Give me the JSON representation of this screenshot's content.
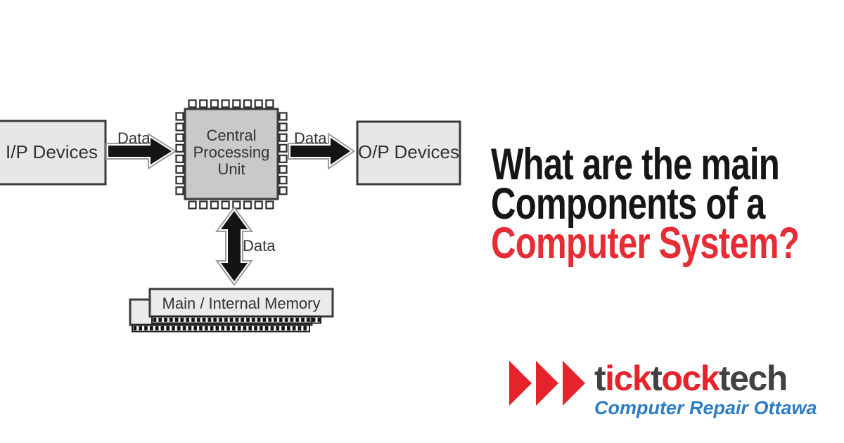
{
  "card": {
    "background": "#ffffff"
  },
  "diagram": {
    "input_box": {
      "label": "I/P Devices"
    },
    "output_box": {
      "label": "O/P Devices"
    },
    "cpu": {
      "line1": "Central",
      "line2": "Processing",
      "line3": "Unit"
    },
    "memory": {
      "label": "Main / Internal Memory"
    },
    "arrows": {
      "input_to_cpu_label": "Data",
      "cpu_to_output_label": "Data",
      "cpu_memory_label": "Data"
    },
    "colors": {
      "box_fill": "#e7e7e7",
      "cpu_fill": "#c9c9c9",
      "memory_fill": "#ebebeb",
      "stroke": "#3b3b3b",
      "arrow_fill": "#141414",
      "text": "#333333"
    }
  },
  "headline": {
    "line1": "What are the main",
    "line2": "Components of a",
    "line3": "Computer System?",
    "text_color": "#161616",
    "accent_color": "#e62d35"
  },
  "logo": {
    "wordmark": [
      {
        "text": "t",
        "color": "#414042"
      },
      {
        "text": "ick",
        "color": "#e4232b"
      },
      {
        "text": "t",
        "color": "#414042"
      },
      {
        "text": "ock",
        "color": "#e4232b"
      },
      {
        "text": "tech",
        "color": "#414042"
      }
    ],
    "tagline": "Computer Repair Ottawa",
    "tagline_color": "#2e7cc4",
    "triangle_color": "#e4232b"
  }
}
